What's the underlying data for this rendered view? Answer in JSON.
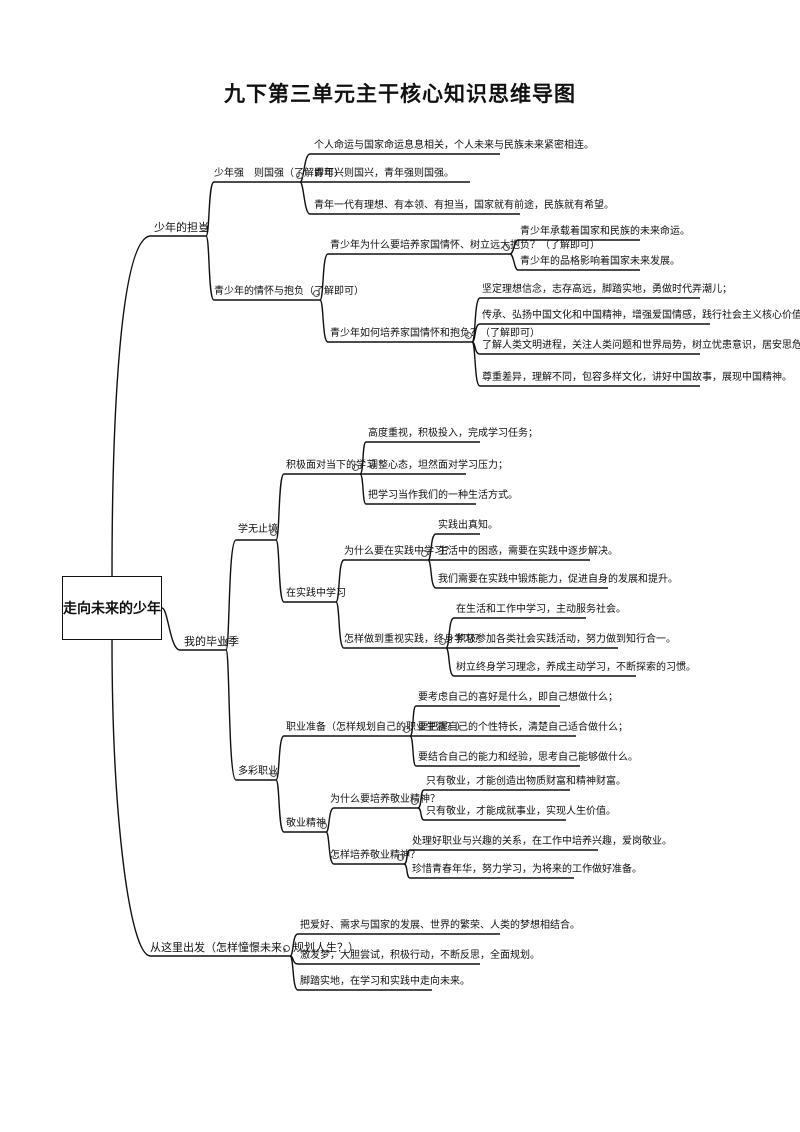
{
  "title": "九下第三单元主干核心知识思维导图",
  "root": "走向未来的少年",
  "b1": {
    "label": "少年的担当",
    "s1": {
      "label": "少年强　则国强（了解即可）",
      "leaves": [
        "个人命运与国家命运息息相关，个人未来与民族未来紧密相连。",
        "青年兴则国兴，青年强则国强。",
        "青年一代有理想、有本领、有担当，国家就有前途，民族就有希望。"
      ]
    },
    "s2": {
      "label": "青少年的情怀与抱负（了解即可）",
      "q1": {
        "label": "青少年为什么要培养家国情怀、树立远大抱负？（了解即可）",
        "leaves": [
          "青少年承载着国家和民族的未来命运。",
          "青少年的品格影响着国家未来发展。"
        ]
      },
      "q2": {
        "label": "青少年如何培养家国情怀和抱负？（了解即可）",
        "leaves": [
          "坚定理想信念，志存高远，脚踏实地，勇做时代弄潮儿；",
          "传承、弘扬中国文化和中国精神，增强爱国情感，践行社会主义核心价值观；",
          "了解人类文明进程，关注人类问题和世界局势，树立忧患意识，居安思危；",
          "尊重差异，理解不同，包容多样文化，讲好中国故事，展现中国精神。"
        ]
      }
    }
  },
  "b2": {
    "label": "我的毕业季",
    "s1": {
      "label": "学无止境",
      "t1": {
        "label": "积极面对当下的学习",
        "leaves": [
          "高度重视，积极投入，完成学习任务；",
          "调整心态，坦然面对学习压力；",
          "把学习当作我们的一种生活方式。"
        ]
      },
      "t2": {
        "label": "在实践中学习",
        "q1": {
          "label": "为什么要在实践中学习？",
          "leaves": [
            "实践出真知。",
            "生活中的困惑，需要在实践中逐步解决。",
            "我们需要在实践中锻炼能力，促进自身的发展和提升。"
          ]
        },
        "q2": {
          "label": "怎样做到重视实践，终身学习？",
          "leaves": [
            "在生活和工作中学习，主动服务社会。",
            "积极参加各类社会实践活动，努力做到知行合一。",
            "树立终身学习理念，养成主动学习，不断探索的习惯。"
          ]
        }
      }
    },
    "s2": {
      "label": "多彩职业",
      "t1": {
        "label": "职业准备（怎样规划自己的职业生涯？）",
        "leaves": [
          "要考虑自己的喜好是什么，即自己想做什么；",
          "要把握自己的个性特长，清楚自己适合做什么；",
          "要结合自己的能力和经验，思考自己能够做什么。"
        ]
      },
      "t2": {
        "label": "敬业精神",
        "q1": {
          "label": "为什么要培养敬业精神？",
          "leaves": [
            "只有敬业，才能创造出物质财富和精神财富。",
            "只有敬业，才能成就事业，实现人生价值。"
          ]
        },
        "q2": {
          "label": "怎样培养敬业精神？",
          "leaves": [
            "处理好职业与兴趣的关系，在工作中培养兴趣，爱岗敬业。",
            "珍惜青春年华，努力学习，为将来的工作做好准备。"
          ]
        }
      }
    }
  },
  "b3": {
    "label": "从这里出发（怎样憧憬未来，规划人生？）",
    "leaves": [
      "把爱好、需求与国家的发展、世界的繁荣、人类的梦想相结合。",
      "激发梦，大胆尝试，积极行动，不断反思，全面规划。",
      "脚踏实地，在学习和实践中走向未来。"
    ]
  }
}
